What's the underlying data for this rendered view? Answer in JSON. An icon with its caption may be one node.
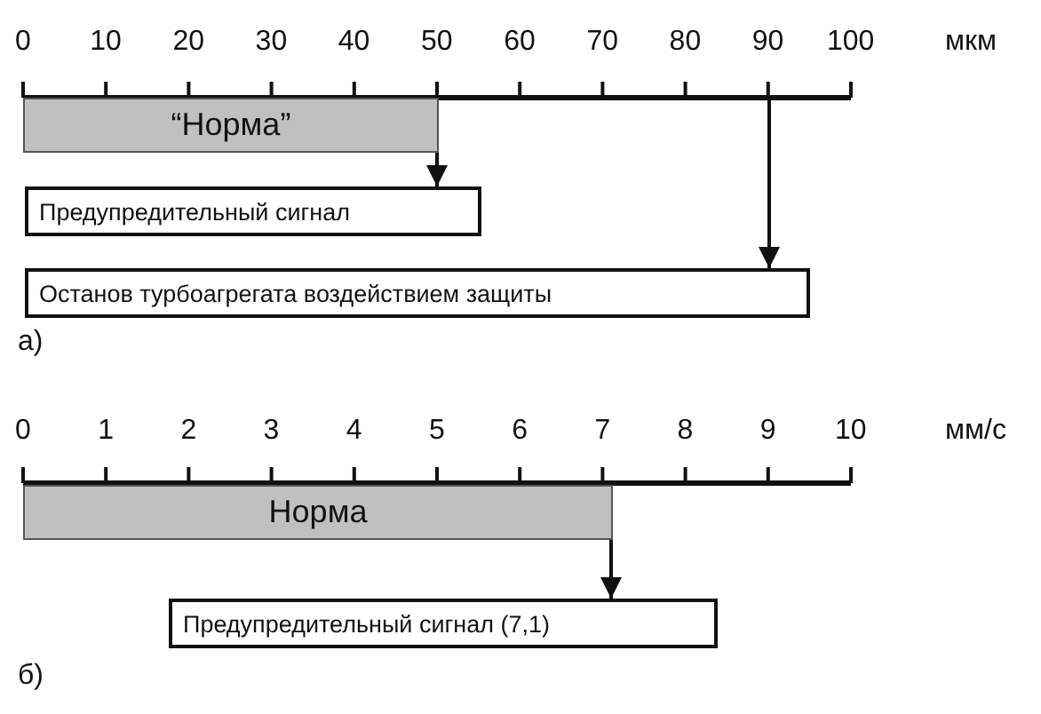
{
  "diagram": {
    "nodes": [
      {
        "text": [
          "“Норма”"
        ]
      },
      {
        "text": [
          "Предупредительный сигнал"
        ]
      },
      {
        "text": [
          "Останов турбоагрегата воздействием защиты"
        ]
      },
      {
        "text": [
          "Норма"
        ]
      },
      {
        "text": [
          "Предупредительный сигнал (7,1)"
        ]
      }
    ],
    "edges": [
      {
        "from": 0,
        "to": 1,
        "arrow": "to"
      },
      {
        "from": null,
        "to": 2,
        "arrow": "to"
      },
      {
        "from": 3,
        "to": 4,
        "arrow": "to"
      }
    ],
    "labels": [
      "0",
      "10",
      "20",
      "30",
      "40",
      "50",
      "60",
      "70",
      "80",
      "90",
      "100",
      "мкм",
      "а)",
      "0",
      "1",
      "2",
      "3",
      "4",
      "5",
      "6",
      "7",
      "8",
      "9",
      "10",
      "мм/с",
      "б)"
    ]
  }
}
